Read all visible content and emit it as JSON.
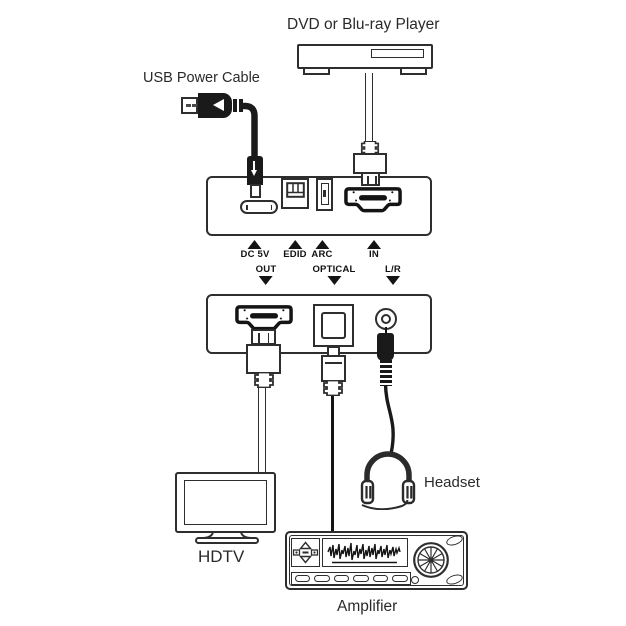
{
  "diagram": {
    "title": "DVD or Blu-ray Player",
    "usb_label": "USB Power Cable",
    "converter": {
      "top_labels": [
        {
          "label": "DC 5V"
        },
        {
          "label": "EDID"
        },
        {
          "label": "ARC"
        },
        {
          "label": "IN"
        }
      ],
      "bottom_labels": [
        {
          "label": "OUT"
        },
        {
          "label": "OPTICAL"
        },
        {
          "label": "L/R"
        }
      ]
    },
    "tv_label": "HDTV",
    "headset_label": "Headset",
    "amplifier_label": "Amplifier",
    "colors": {
      "line": "#2e2e2e",
      "ink": "#141414",
      "background": "#ffffff"
    }
  }
}
